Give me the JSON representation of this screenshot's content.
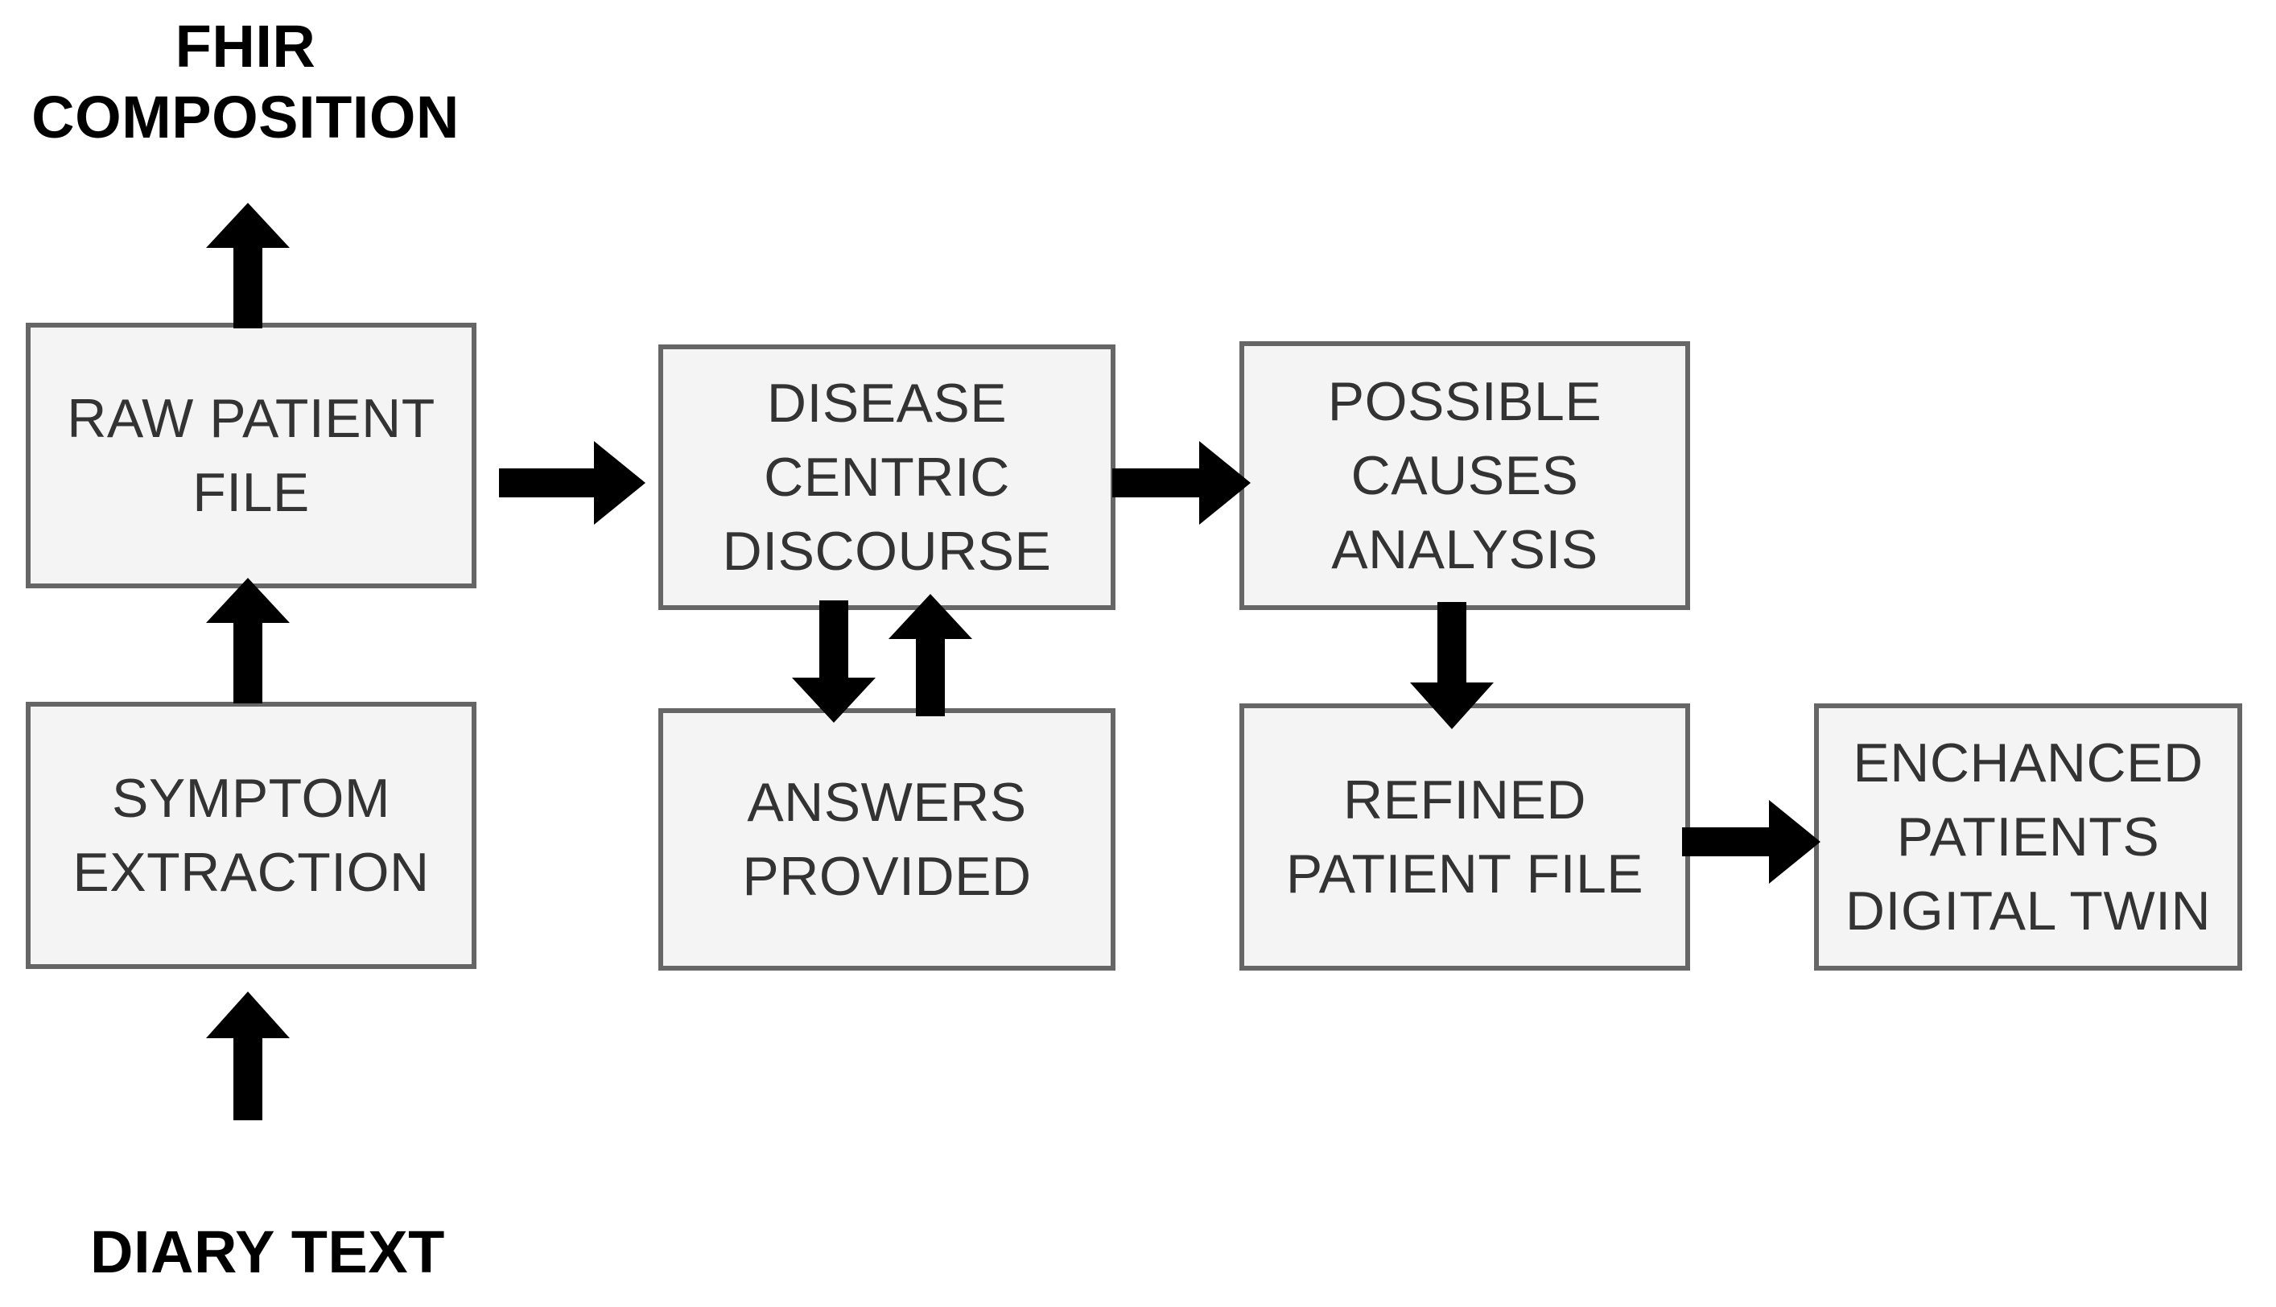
{
  "diagram": {
    "title": "Patient file processing pipeline flowchart",
    "background_color": "#ffffff",
    "node_fill": "#f4f4f4",
    "node_border": "#666666",
    "node_text_color": "#333333",
    "label_text_color": "#000000",
    "arrow_color": "#000000",
    "nodes": [
      {
        "id": "raw-patient-file",
        "label": "RAW PATIENT\nFILE"
      },
      {
        "id": "symptom-extraction",
        "label": "SYMPTOM\nEXTRACTION"
      },
      {
        "id": "disease-centric-discourse",
        "label": "DISEASE\nCENTRIC\nDISCOURSE"
      },
      {
        "id": "answers-provided",
        "label": "ANSWERS\nPROVIDED"
      },
      {
        "id": "possible-causes-analysis",
        "label": "POSSIBLE\nCAUSES\nANALYSIS"
      },
      {
        "id": "refined-patient-file",
        "label": "REFINED\nPATIENT FILE"
      },
      {
        "id": "enchanced-patients-digital-twin",
        "label": "ENCHANCED\nPATIENTS\nDIGITAL TWIN"
      }
    ],
    "free_labels": [
      {
        "id": "fhir-composition",
        "label": "FHIR\nCOMPOSITION"
      },
      {
        "id": "diary-text",
        "label": "DIARY TEXT"
      }
    ],
    "edges": [
      {
        "id": "raw-patient-file-to-fhir-composition",
        "from": "raw-patient-file",
        "to": "fhir-composition",
        "direction": "up"
      },
      {
        "id": "diary-text-to-symptom-extraction",
        "from": "diary-text",
        "to": "symptom-extraction",
        "direction": "up"
      },
      {
        "id": "symptom-extraction-to-raw-patient-file",
        "from": "symptom-extraction",
        "to": "raw-patient-file",
        "direction": "up"
      },
      {
        "id": "raw-patient-file-to-disease-centric-discourse",
        "from": "raw-patient-file",
        "to": "disease-centric-discourse",
        "direction": "right"
      },
      {
        "id": "disease-centric-discourse-to-answers-provided",
        "from": "disease-centric-discourse",
        "to": "answers-provided",
        "direction": "down"
      },
      {
        "id": "answers-provided-to-disease-centric-discourse",
        "from": "answers-provided",
        "to": "disease-centric-discourse",
        "direction": "up"
      },
      {
        "id": "disease-centric-discourse-to-possible-causes",
        "from": "disease-centric-discourse",
        "to": "possible-causes-analysis",
        "direction": "right"
      },
      {
        "id": "possible-causes-to-refined-patient-file",
        "from": "possible-causes-analysis",
        "to": "refined-patient-file",
        "direction": "down"
      },
      {
        "id": "refined-patient-file-to-digital-twin",
        "from": "refined-patient-file",
        "to": "enchanced-patients-digital-twin",
        "direction": "right"
      }
    ]
  }
}
